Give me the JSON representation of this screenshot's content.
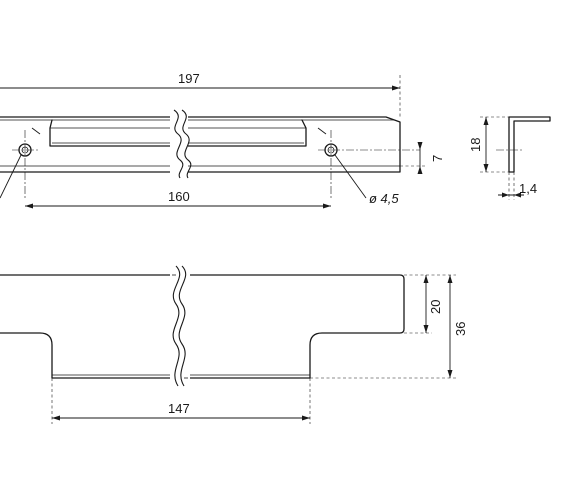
{
  "dimensions": {
    "overall_length": "197",
    "hole_spacing": "160",
    "hole_offset": "7",
    "hole_diameter": "ø 4,5",
    "profile_height": "18",
    "profile_thickness": "1,4",
    "flange_height": "20",
    "total_height": "36",
    "bottom_length": "147"
  },
  "colors": {
    "line": "#1a1a1a",
    "background": "#ffffff"
  }
}
